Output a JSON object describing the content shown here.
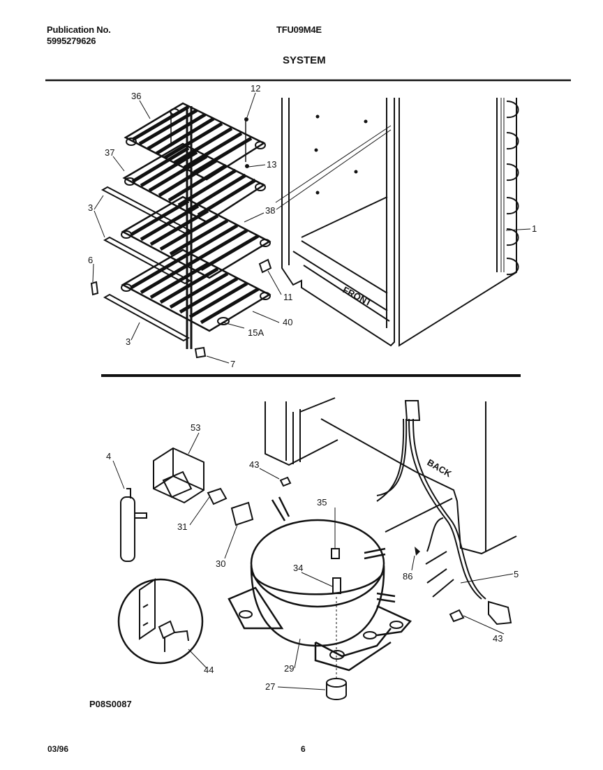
{
  "header": {
    "publication_label": "Publication No.",
    "publication_number": "5995279626",
    "model": "TFU09M4E",
    "section_title": "SYSTEM"
  },
  "diagram_code": "P08S0087",
  "footer": {
    "date": "03/96",
    "page": "6"
  },
  "callouts": {
    "c36": "36",
    "c12": "12",
    "c37": "37",
    "c13": "13",
    "c3a": "3",
    "c38": "38",
    "c1": "1",
    "c6": "6",
    "c11": "11",
    "c40": "40",
    "c15a": "15A",
    "c3b": "3",
    "c7": "7",
    "c53": "53",
    "c4": "4",
    "c43a": "43",
    "c35": "35",
    "c31": "31",
    "c30": "30",
    "c34": "34",
    "c86": "86",
    "c5": "5",
    "c43b": "43",
    "c44": "44",
    "c29": "29",
    "c27": "27"
  },
  "cabinet_labels": {
    "front": "FRONT",
    "back": "BACK"
  }
}
